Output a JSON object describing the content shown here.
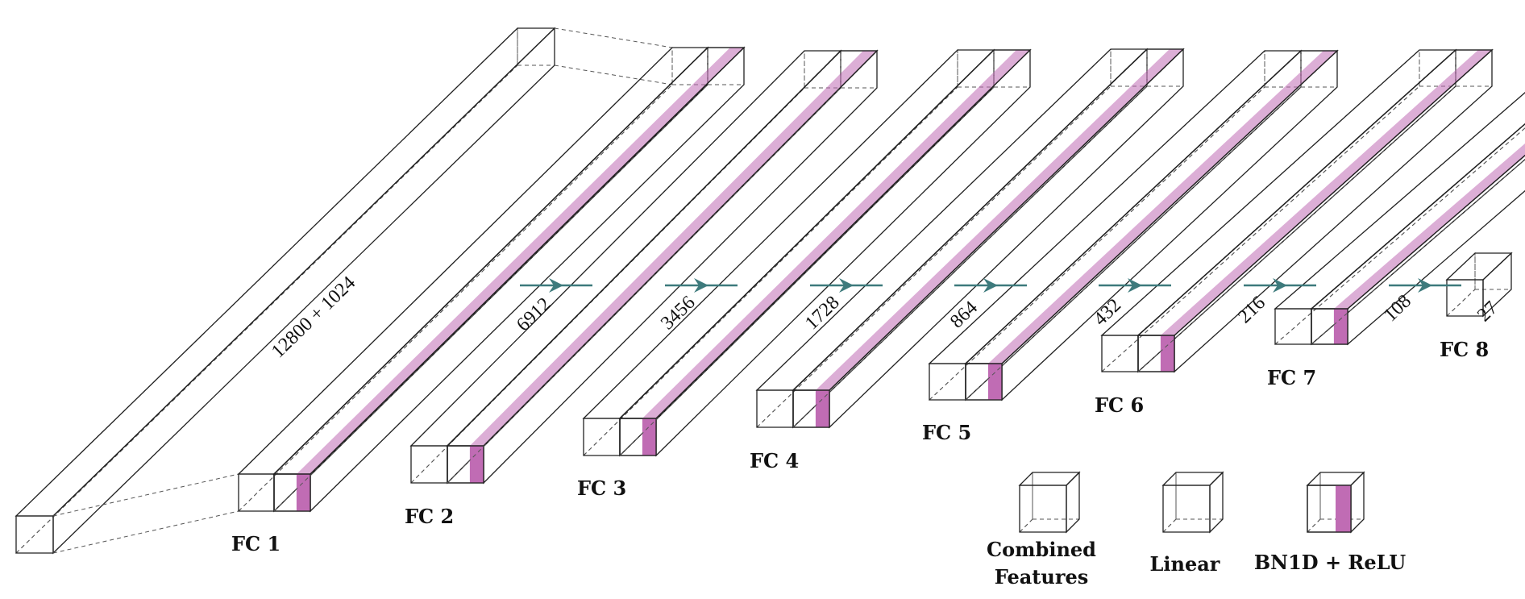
{
  "title": "Fully connected network architecture",
  "input_block": {
    "name": "Combined Features",
    "dimension_label": "12800 + 1024"
  },
  "layers": [
    {
      "name": "FC 1",
      "dimension_label": "6912"
    },
    {
      "name": "FC 2",
      "dimension_label": "3456"
    },
    {
      "name": "FC 3",
      "dimension_label": "1728"
    },
    {
      "name": "FC 4",
      "dimension_label": "864"
    },
    {
      "name": "FC 5",
      "dimension_label": "432"
    },
    {
      "name": "FC 6",
      "dimension_label": "216"
    },
    {
      "name": "FC 7",
      "dimension_label": "108"
    },
    {
      "name": "FC 8",
      "dimension_label": "27"
    }
  ],
  "legend": {
    "combined": [
      "Combined",
      "Features"
    ],
    "linear": "Linear",
    "bn_relu": "BN1D + ReLU"
  },
  "colors": {
    "combined_front": "#e9a1a0",
    "combined_side": "#e49897",
    "combined_top": "#eeb3b2",
    "linear_front": "#b6a7cc",
    "linear_side": "#a897c2",
    "linear_top": "#c4b8d8",
    "bn_front": "#ecbcda",
    "relu_front": "#c06cb4",
    "bn_relu_side": "#be6bb3",
    "bn_relu_top": "#c98bc2",
    "arrow": "#3d7a7c"
  }
}
